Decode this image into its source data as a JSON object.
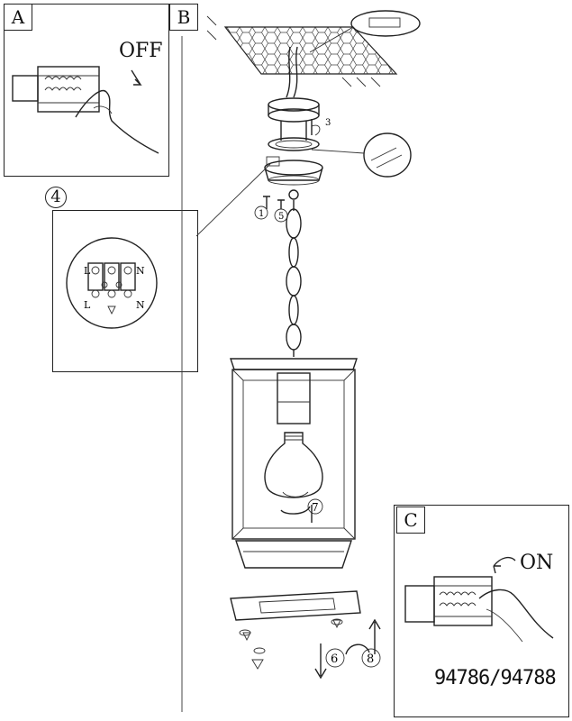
{
  "panels": {
    "a": {
      "tag": "A",
      "switch_text": "OFF"
    },
    "b": {
      "tag": "B"
    },
    "c": {
      "tag": "C",
      "switch_text": "ON"
    }
  },
  "wiring_detail": {
    "step": "4",
    "terminal_labels": [
      "L",
      "N",
      "L",
      "N"
    ]
  },
  "steps": {
    "s1": "1",
    "s3": "3",
    "s5": "5",
    "s6": "6",
    "s7": "7",
    "s8": "8"
  },
  "model_numbers": "94786/94788"
}
